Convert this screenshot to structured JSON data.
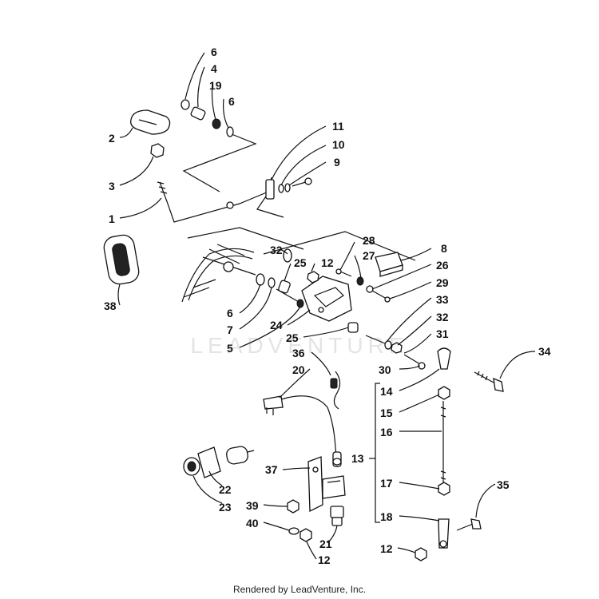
{
  "watermark": "LEADVENTURE",
  "footer": "Rendered by LeadVenture, Inc.",
  "callouts": {
    "c6a": "6",
    "c4": "4",
    "c19": "19",
    "c6b": "6",
    "c2": "2",
    "c3": "3",
    "c1": "1",
    "c11": "11",
    "c10": "10",
    "c9": "9",
    "c38": "38",
    "c32a": "32",
    "c25a": "25",
    "c12a": "12",
    "c28": "28",
    "c27": "27",
    "c8": "8",
    "c26": "26",
    "c29": "29",
    "c6c": "6",
    "c7": "7",
    "c5": "5",
    "c24": "24",
    "c25b": "25",
    "c33": "33",
    "c32b": "32",
    "c31": "31",
    "c36": "36",
    "c30": "30",
    "c34": "34",
    "c20": "20",
    "c14": "14",
    "c15": "15",
    "c16": "16",
    "c13": "13",
    "c37": "37",
    "c22": "22",
    "c23": "23",
    "c17": "17",
    "c35": "35",
    "c39": "39",
    "c18": "18",
    "c40": "40",
    "c21": "21",
    "c12b": "12",
    "c12c": "12"
  }
}
